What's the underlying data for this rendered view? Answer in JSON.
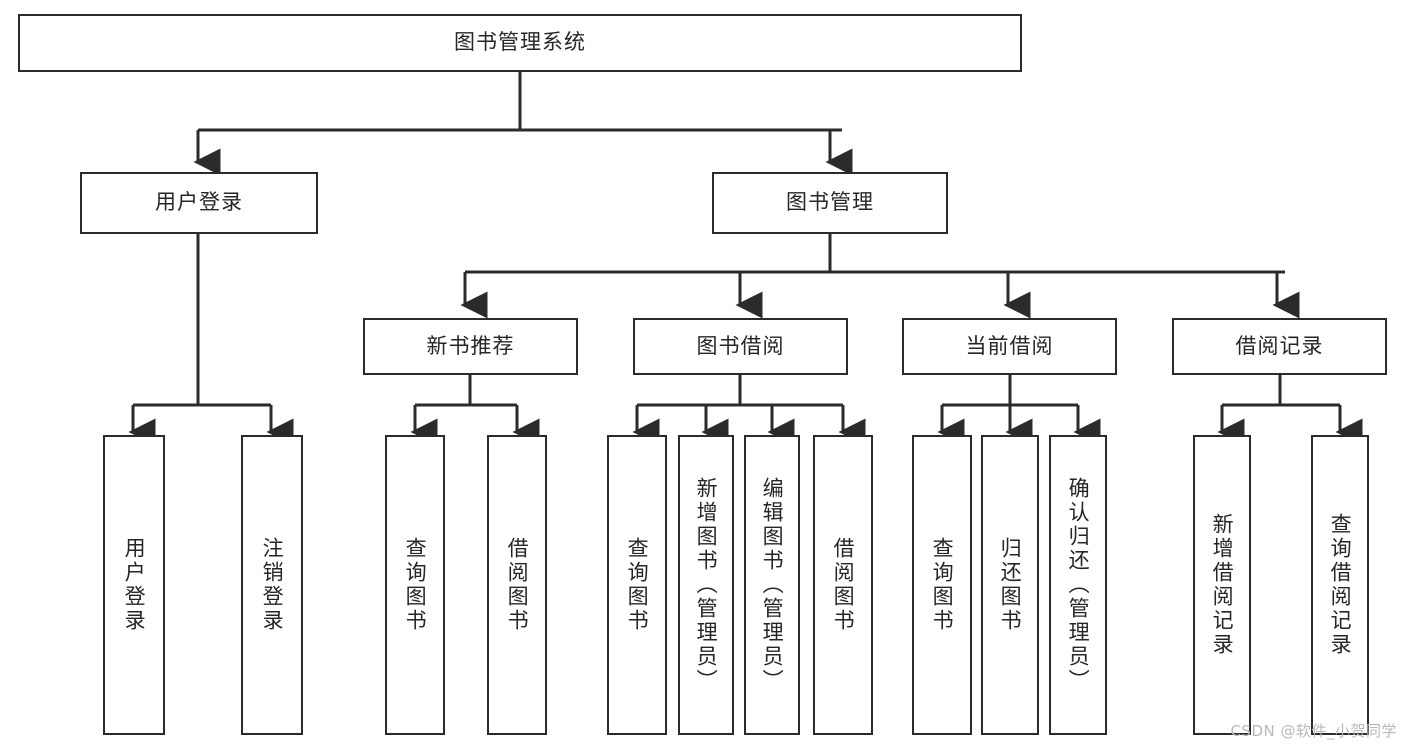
{
  "diagram": {
    "type": "tree-hierarchy",
    "title": "图书管理系统",
    "root": {
      "id": "root",
      "label": "图书管理系统"
    },
    "level1": [
      {
        "id": "user-login",
        "label": "用户登录"
      },
      {
        "id": "book-manage",
        "label": "图书管理"
      }
    ],
    "level2": [
      {
        "id": "new-book-rec",
        "label": "新书推荐",
        "parent": "book-manage"
      },
      {
        "id": "book-borrow",
        "label": "图书借阅",
        "parent": "book-manage"
      },
      {
        "id": "current-borrow",
        "label": "当前借阅",
        "parent": "book-manage"
      },
      {
        "id": "borrow-record",
        "label": "借阅记录",
        "parent": "book-manage"
      }
    ],
    "leaves": [
      {
        "id": "leaf-user-login",
        "label": "用户登录",
        "parent": "user-login"
      },
      {
        "id": "leaf-logout",
        "label": "注销登录",
        "parent": "user-login"
      },
      {
        "id": "leaf-query-book-1",
        "label": "查询图书",
        "parent": "new-book-rec"
      },
      {
        "id": "leaf-borrow-book-1",
        "label": "借阅图书",
        "parent": "new-book-rec"
      },
      {
        "id": "leaf-query-book-2",
        "label": "查询图书",
        "parent": "book-borrow"
      },
      {
        "id": "leaf-add-book",
        "label": "新增图书（管理员）",
        "parent": "book-borrow"
      },
      {
        "id": "leaf-edit-book",
        "label": "编辑图书（管理员）",
        "parent": "book-borrow"
      },
      {
        "id": "leaf-borrow-book-2",
        "label": "借阅图书",
        "parent": "book-borrow"
      },
      {
        "id": "leaf-query-book-3",
        "label": "查询图书",
        "parent": "current-borrow"
      },
      {
        "id": "leaf-return-book",
        "label": "归还图书",
        "parent": "current-borrow"
      },
      {
        "id": "leaf-confirm-return",
        "label": "确认归还（管理员）",
        "parent": "current-borrow"
      },
      {
        "id": "leaf-add-record",
        "label": "新增借阅记录",
        "parent": "borrow-record"
      },
      {
        "id": "leaf-query-record",
        "label": "查询借阅记录",
        "parent": "borrow-record"
      }
    ],
    "colors": {
      "stroke": "#2b2b2b",
      "fill": "#ffffff",
      "text": "#262626",
      "watermark": "#b9b9b9"
    }
  },
  "watermark": {
    "text": "CSDN @软件_小贺同学"
  }
}
